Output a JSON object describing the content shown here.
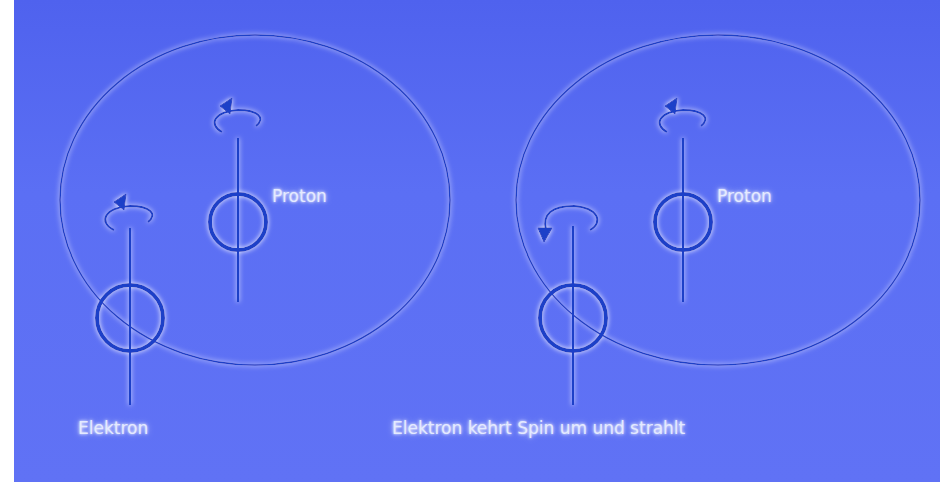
{
  "diagram": {
    "labels": [
      "Proton",
      "Elektron",
      "Proton",
      "Elektron kehrt Spin um und strahlt"
    ]
  }
}
